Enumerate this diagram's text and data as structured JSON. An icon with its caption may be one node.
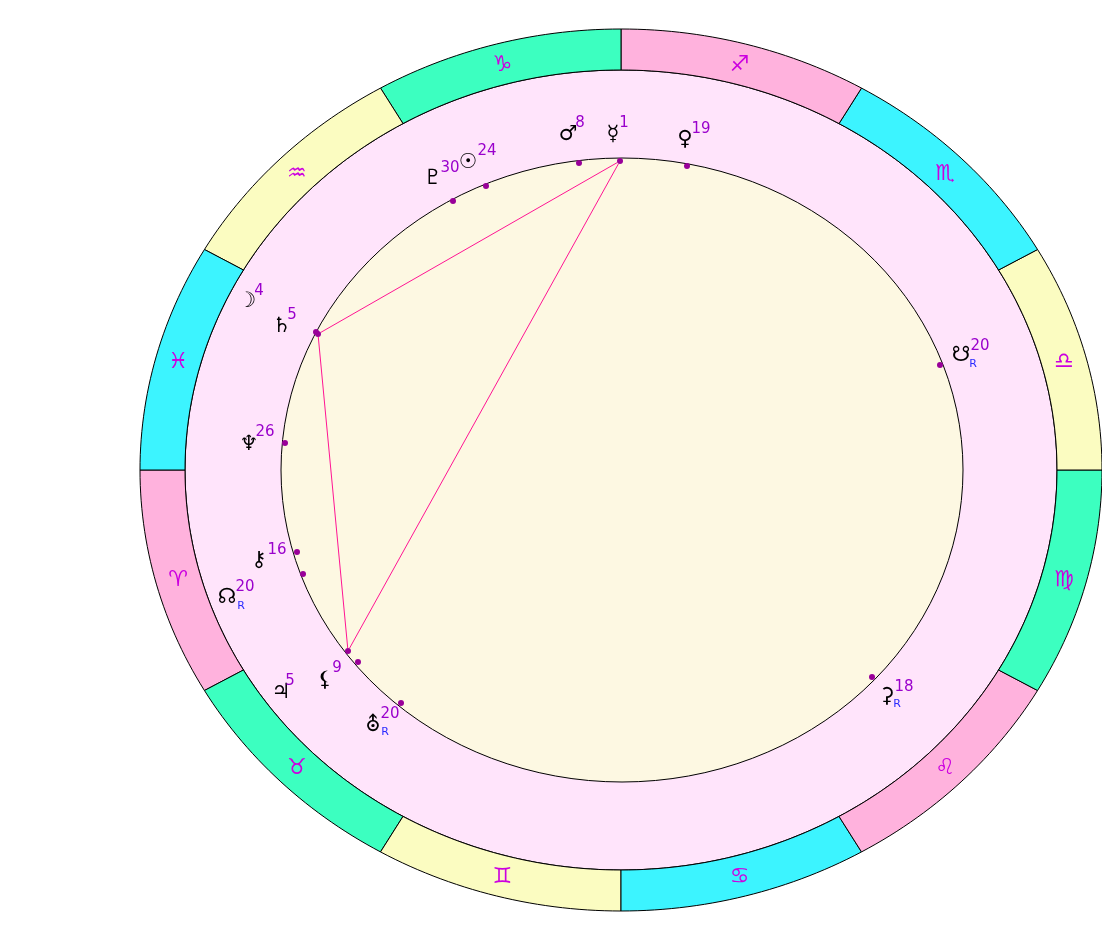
{
  "diagram": {
    "nodes": [
      {
        "text": [
          "♈"
        ]
      },
      {
        "text": [
          "♉"
        ]
      },
      {
        "text": [
          "♊"
        ]
      },
      {
        "text": [
          "♋"
        ]
      },
      {
        "text": [
          "♌"
        ]
      },
      {
        "text": [
          "♍"
        ]
      },
      {
        "text": [
          "♎"
        ]
      },
      {
        "text": [
          "♏"
        ]
      },
      {
        "text": [
          "♐"
        ]
      },
      {
        "text": [
          "♑"
        ]
      },
      {
        "text": [
          "♒"
        ]
      },
      {
        "text": [
          "♓"
        ]
      },
      {
        "text": [],
        "shape": "circle",
        "beside": [
          "♂",
          "8"
        ]
      },
      {
        "text": [],
        "shape": "circle",
        "beside": [
          "☿",
          "1"
        ]
      },
      {
        "text": [],
        "shape": "circle",
        "beside": [
          "♀",
          "19"
        ]
      },
      {
        "text": [],
        "shape": "circle",
        "beside": [
          "☉",
          "24"
        ]
      },
      {
        "text": [],
        "shape": "circle",
        "beside": [
          "♇",
          "30"
        ]
      },
      {
        "text": [],
        "shape": "circle",
        "beside": [
          "☽",
          "4"
        ]
      },
      {
        "text": [],
        "shape": "circle",
        "beside": [
          "♄",
          "5"
        ]
      },
      {
        "text": [],
        "shape": "circle",
        "beside": [
          "☋",
          "20",
          "R"
        ]
      },
      {
        "text": [],
        "shape": "circle",
        "beside": [
          "♆",
          "26"
        ]
      },
      {
        "text": [],
        "shape": "circle",
        "beside": [
          "⚷",
          "16"
        ]
      },
      {
        "text": [],
        "shape": "circle",
        "beside": [
          "☊",
          "20",
          "R"
        ]
      },
      {
        "text": [],
        "shape": "circle",
        "beside": [
          "⚸",
          "9"
        ]
      },
      {
        "text": [],
        "shape": "circle",
        "beside": [
          "♃",
          "5"
        ]
      },
      {
        "text": [],
        "shape": "circle",
        "beside": [
          "⚳",
          "18",
          "R"
        ]
      },
      {
        "text": [],
        "shape": "circle",
        "beside": [
          "⛢",
          "20",
          "R"
        ]
      }
    ],
    "edges": [
      {
        "from": 13,
        "to": 18,
        "arrow": "none"
      },
      {
        "from": 18,
        "to": 24,
        "arrow": "none"
      },
      {
        "from": 24,
        "to": 13,
        "arrow": "none"
      }
    ]
  }
}
